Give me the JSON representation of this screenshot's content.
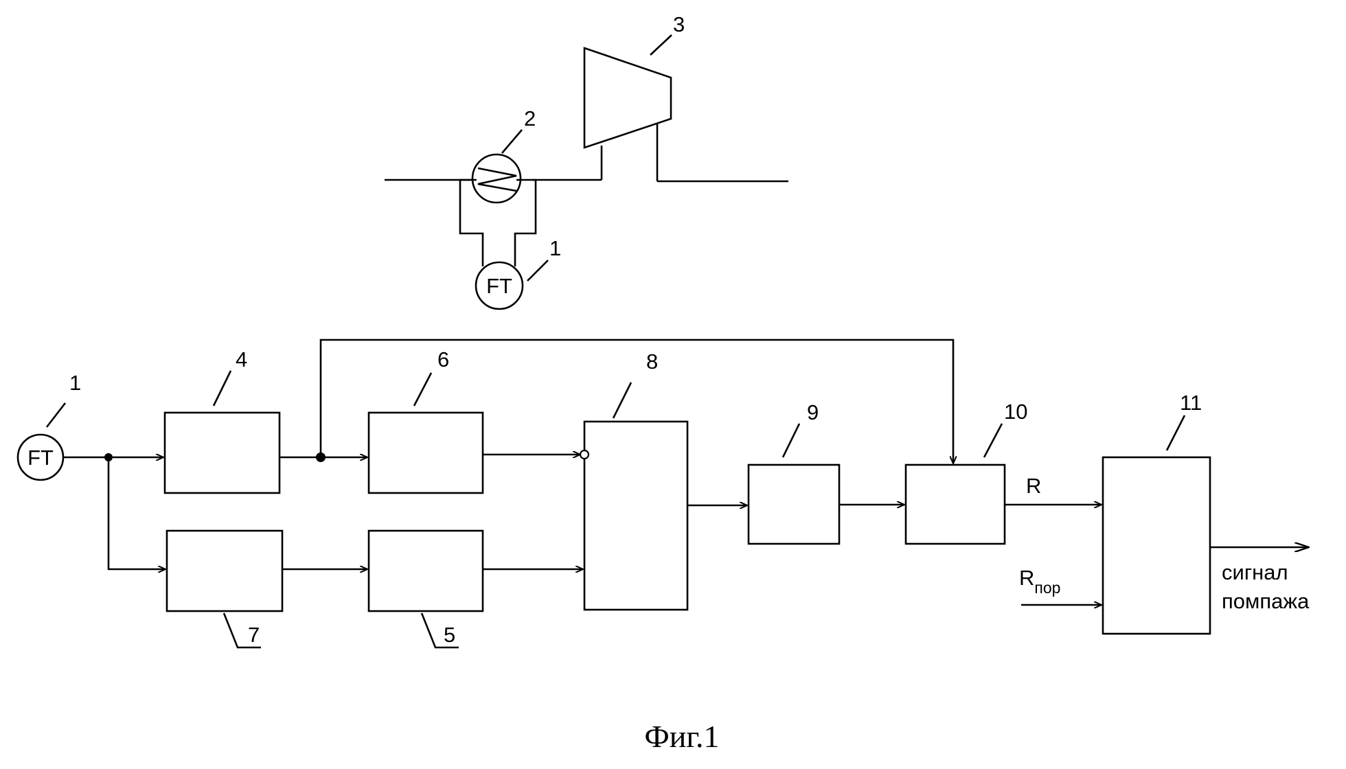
{
  "diagram": {
    "sensor_tag": "FT",
    "labels": {
      "sensor_top": "1",
      "flowmeter": "2",
      "compressor": "3",
      "sensor_left": "1",
      "block_4": "4",
      "block_5": "5",
      "block_6": "6",
      "block_7": "7",
      "block_8": "8",
      "block_9": "9",
      "block_10": "10",
      "block_11": "11"
    },
    "signals": {
      "r": "R",
      "r_threshold_main": "R",
      "r_threshold_sub": "пор",
      "output_line1": "сигнал",
      "output_line2": "помпажа"
    },
    "caption": "Фиг.1"
  }
}
